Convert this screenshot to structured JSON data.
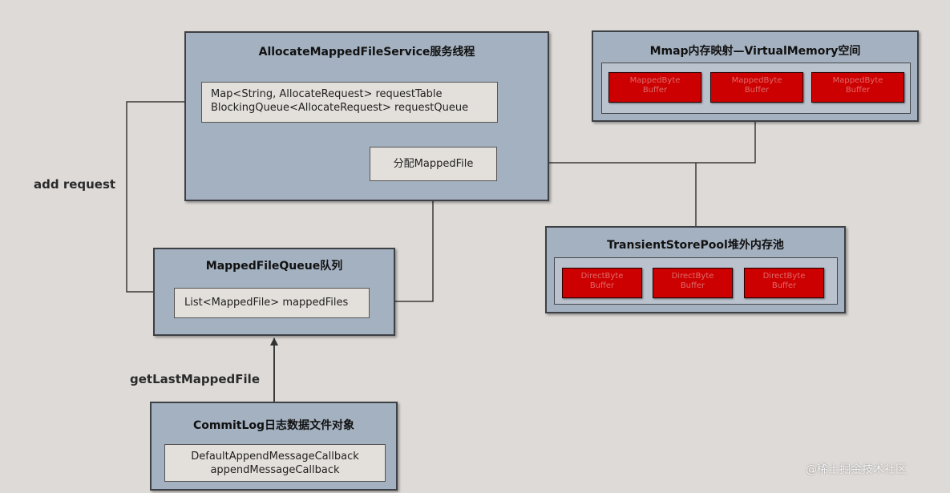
{
  "allocate_service": {
    "title": "AllocateMappedFileService服务线程",
    "fields_line1": "Map<String, AllocateRequest> requestTable",
    "fields_line2": "BlockingQueue<AllocateRequest> requestQueue",
    "allocate_label": "分配MappedFile"
  },
  "mmap": {
    "title": "Mmap内存映射—VirtualMemory空间",
    "blocks": [
      {
        "line1": "MappedByte",
        "line2": "Buffer"
      },
      {
        "line1": "MappedByte",
        "line2": "Buffer"
      },
      {
        "line1": "MappedByte",
        "line2": "Buffer"
      }
    ]
  },
  "transient": {
    "title": "TransientStorePool堆外内存池",
    "blocks": [
      {
        "line1": "DirectByte",
        "line2": "Buffer"
      },
      {
        "line1": "DirectByte",
        "line2": "Buffer"
      },
      {
        "line1": "DirectByte",
        "line2": "Buffer"
      }
    ]
  },
  "mapped_queue": {
    "title": "MappedFileQueue队列",
    "field": "List<MappedFile> mappedFiles"
  },
  "commitlog": {
    "title": "CommitLog日志数据文件对象",
    "line1": "DefaultAppendMessageCallback",
    "line2": "appendMessageCallback"
  },
  "labels": {
    "add_request": "add request",
    "get_last": "getLastMappedFile"
  },
  "watermark": "@稀土掘金技术社区",
  "colors": {
    "background": "#dedad7",
    "box_fill": "#a4b1c0",
    "inner_fill": "#e3dfda",
    "block_red": "#cc0000",
    "line": "#3a3a3a"
  }
}
